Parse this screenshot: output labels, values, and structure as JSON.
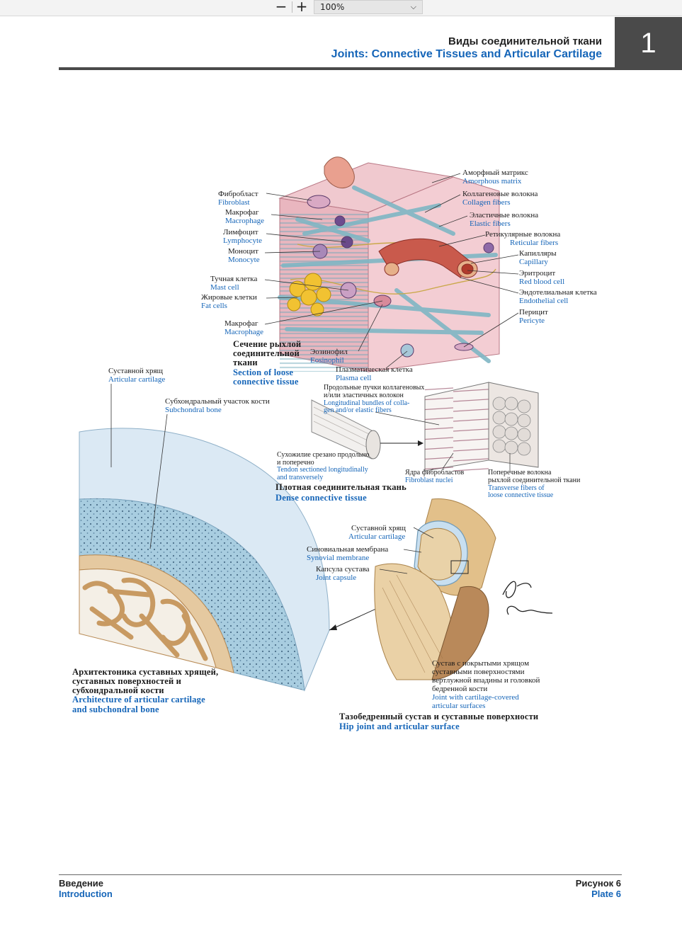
{
  "toolbar": {
    "zoom_out": "−",
    "zoom_in": "+",
    "zoom_value": "100%"
  },
  "header": {
    "title_ru": "Виды соединительной ткани",
    "title_en": "Joints: Connective Tissues and Articular Cartilage",
    "chapter_number": "1"
  },
  "loose_tissue": {
    "labels_left": [
      {
        "ru": "Фибробласт",
        "en": "Fibroblast"
      },
      {
        "ru": "Макрофаг",
        "en": "Macrophage"
      },
      {
        "ru": "Лимфоцит",
        "en": "Lymphocyte"
      },
      {
        "ru": "Моноцит",
        "en": "Monocyte"
      },
      {
        "ru": "Тучная клетка",
        "en": "Mast cell"
      },
      {
        "ru": "Жировые клетки",
        "en": "Fat cells"
      },
      {
        "ru": "Макрофаг",
        "en": "Macrophage"
      }
    ],
    "labels_right": [
      {
        "ru": "Аморфный матрикс",
        "en": "Amorphous matrix"
      },
      {
        "ru": "Коллагеновые волокна",
        "en": "Collagen fibers"
      },
      {
        "ru": "Эластичные волокна",
        "en": "Elastic fibers"
      },
      {
        "ru": "Ретикулярные волокна",
        "en": "Reticular fibers"
      },
      {
        "ru": "Капилляры",
        "en": "Capillary"
      },
      {
        "ru": "Эритроцит",
        "en": "Red blood cell"
      },
      {
        "ru": "Эндотелиальная клетка",
        "en": "Endothelial cell"
      },
      {
        "ru": "Перицит",
        "en": "Pericyte"
      }
    ],
    "eosinophil": {
      "ru": "Эозинофил",
      "en": "Eosinophil"
    },
    "plasma_cell": {
      "ru": "Плазматическая клетка",
      "en": "Plasma cell"
    },
    "caption_ru": [
      "Сечение рыхлой",
      "соединительной",
      "ткани"
    ],
    "caption_en": [
      "Section of loose",
      "connective tissue"
    ]
  },
  "dense_tissue": {
    "bundles_ru": [
      "Продольные пучки коллагеновых",
      "и/или эластичных волокон"
    ],
    "bundles_en": [
      "Longitudinal bundles of colla-",
      "gen and/or elastic fibers"
    ],
    "tendon_ru": [
      "Сухожилие срезано продольно",
      "и поперечно"
    ],
    "tendon_en": [
      "Tendon sectioned longitudinally",
      "and transversely"
    ],
    "nuclei_ru": "Ядра фибробластов",
    "nuclei_en": "Fibroblast nuclei",
    "transverse_ru": [
      "Поперечные волокна",
      "рыхлой соединительной ткани"
    ],
    "transverse_en": [
      "Transverse fibers of",
      "loose connective tissue"
    ],
    "caption_ru": "Плотная соединительная ткань",
    "caption_en": "Dense connective tissue"
  },
  "cartilage": {
    "articular_ru": "Суставной хрящ",
    "articular_en": "Articular cartilage",
    "subchondral_ru": "Субхондральный участок кости",
    "subchondral_en": "Subchondral bone",
    "caption_ru": [
      "Архитектоника суставных хрящей,",
      "суставных поверхностей и",
      "субхондральной кости"
    ],
    "caption_en": [
      "Architecture of articular cartilage",
      "and subchondral bone"
    ]
  },
  "hip": {
    "labels": [
      {
        "ru": "Суставной хрящ",
        "en": "Articular cartilage"
      },
      {
        "ru": "Синовиальная мембрана",
        "en": "Synovial membrane"
      },
      {
        "ru": "Капсула сустава",
        "en": "Joint capsule"
      }
    ],
    "note_ru": [
      "Сустав с покрытыми хрящом",
      "суставными поверхностями",
      "вертлужной впадины и головкой",
      "бедренной кости"
    ],
    "note_en": [
      "Joint with cartilage-covered",
      "articular surfaces"
    ],
    "caption_ru": "Тазобедренный сустав и суставные поверхности",
    "caption_en": "Hip joint and articular surface"
  },
  "footer": {
    "left_ru": "Введение",
    "left_en": "Introduction",
    "right_ru": "Рисунок 6",
    "right_en": "Plate 6"
  },
  "colors": {
    "accent_blue": "#1565b8",
    "header_gray": "#4a4a4a"
  }
}
